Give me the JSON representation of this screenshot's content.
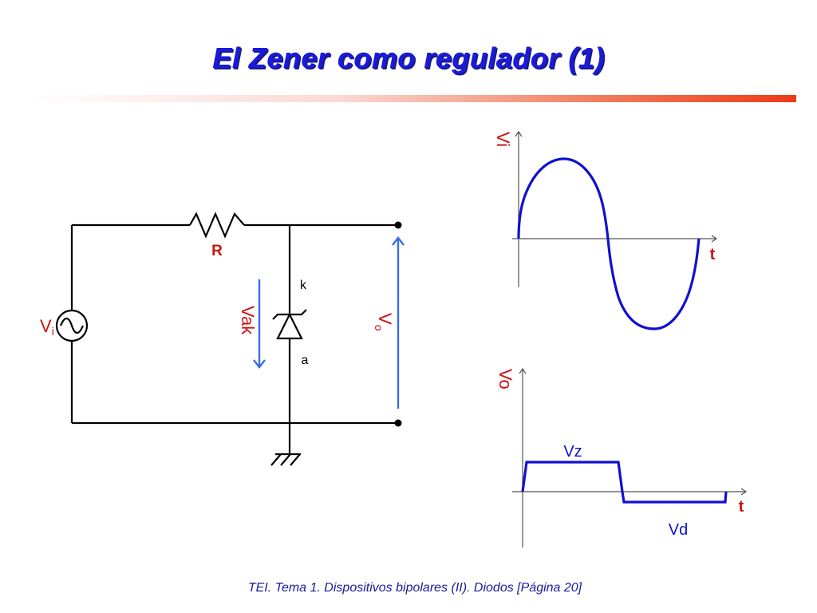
{
  "slide": {
    "title": "El Zener como regulador (1)",
    "footer": "TEI. Tema 1. Dispositivos bipolares (II). Diodos [Página 20]"
  },
  "circuit": {
    "resistor_label": "R",
    "source_label_main": "V",
    "source_label_sub": "i",
    "cathode_label": "k",
    "anode_label": "a",
    "vak_label": "Vak",
    "vo_label_main": "V",
    "vo_label_sub": "o"
  },
  "graph_input": {
    "y_label": "Vi",
    "x_label": "t"
  },
  "graph_output": {
    "y_label": "Vo",
    "x_label": "t",
    "vz_label": "Vz",
    "vd_label": "Vd"
  },
  "colors": {
    "title": "#1a1adc",
    "wire": "#000000",
    "label_red": "#cc1111",
    "arrow_blue": "#3a6ee8",
    "waveform": "#1010d0",
    "axis": "#555555"
  }
}
